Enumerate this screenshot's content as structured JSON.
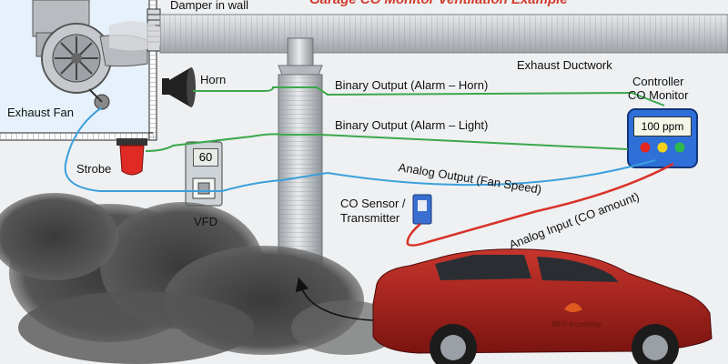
{
  "top_title": "Garage CO Monitor Ventilation Example",
  "labels": {
    "damper": "Damper in wall",
    "horn": "Horn",
    "exhaust_fan": "Exhaust Fan",
    "strobe": "Strobe",
    "vfd": "VFD",
    "vfd_display": "60",
    "exhaust_ductwork": "Exhaust Ductwork",
    "controller_line1": "Controller",
    "controller_line2": "CO Monitor",
    "monitor_reading": "100 ppm",
    "binary_horn": "Binary Output (Alarm – Horn)",
    "binary_light": "Binary Output (Alarm – Light)",
    "analog_output": "Analog Output (Fan Speed)",
    "analog_input": "Analog Input (CO amount)",
    "sensor_line1": "CO Sensor /",
    "sensor_line2": "Transmitter",
    "car_brand": "MEP Academy"
  },
  "colors": {
    "binary_wire": "#3aa84a",
    "analog_output_wire": "#3aa0dc",
    "analog_input_wire": "#d8322a",
    "monitor_body": "#2f6fd8",
    "car_body": "#a8201a",
    "duct": "#c9cdd1",
    "smoke": "#4a4a4a"
  },
  "indicator_lights": [
    "red",
    "yellow",
    "green"
  ]
}
